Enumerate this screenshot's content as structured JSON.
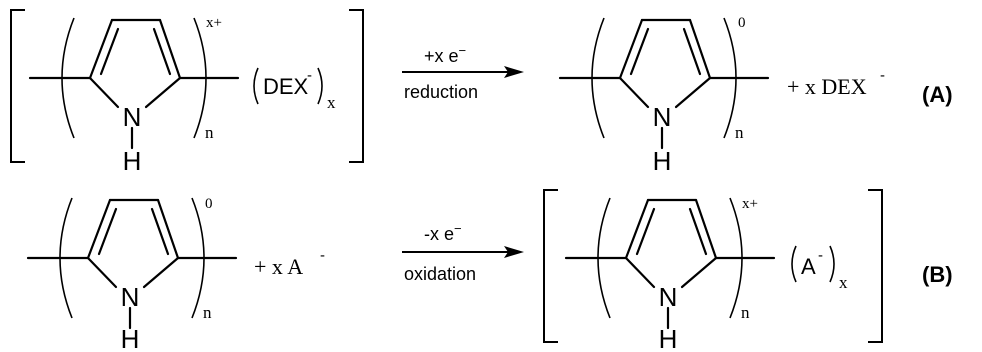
{
  "atoms": {
    "nitrogen": "N",
    "hydrogen": "H"
  },
  "polymer": {
    "repeat_subscript": "n"
  },
  "reaction_a": {
    "label": "(A)",
    "reactant_charge": "x+",
    "reactant_counterion": "DEX",
    "reactant_counterion_charge": "-",
    "reactant_counterion_subscript": "x",
    "arrow_top": "+x e",
    "arrow_top_superscript": "−",
    "arrow_bottom": "reduction",
    "product_charge": "0",
    "product_released": "+ x DEX",
    "product_released_charge": "-"
  },
  "reaction_b": {
    "label": "(B)",
    "reactant_charge": "0",
    "reactant_added": "+ x A",
    "reactant_added_charge": "-",
    "arrow_top": "-x e",
    "arrow_top_superscript": "−",
    "arrow_bottom": "oxidation",
    "product_charge": "x+",
    "product_counterion": "A",
    "product_counterion_charge": "-",
    "product_counterion_subscript": "x"
  }
}
